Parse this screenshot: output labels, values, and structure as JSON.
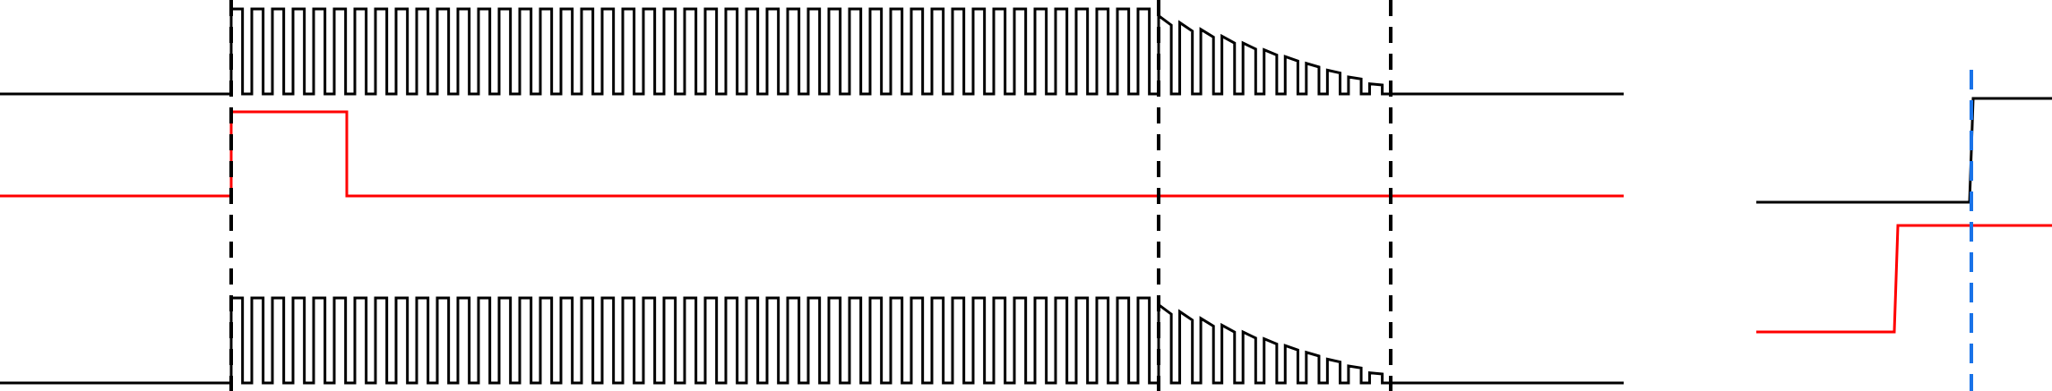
{
  "diagram": {
    "panels": [
      {
        "name": "waveform-panel",
        "traces": [
          {
            "name": "top-pulse-train",
            "color": "#000000",
            "segments": [
              "low",
              "square-train",
              "decaying-pulses",
              "low"
            ],
            "full_pulses": 45,
            "decay_pulses": 11
          },
          {
            "name": "red-enable-pulse",
            "color": "#ff0000",
            "segments": [
              "low",
              "single-pulse",
              "low"
            ]
          },
          {
            "name": "bottom-pulse-train",
            "color": "#000000",
            "segments": [
              "low",
              "square-train",
              "decaying-pulses",
              "low"
            ],
            "full_pulses": 45,
            "decay_pulses": 11
          }
        ],
        "markers": [
          {
            "name": "start-marker",
            "color": "#000000",
            "style": "dashed"
          },
          {
            "name": "decay-start-marker",
            "color": "#000000",
            "style": "dashed"
          },
          {
            "name": "end-marker",
            "color": "#000000",
            "style": "dashed"
          }
        ]
      },
      {
        "name": "edge-detail-panel",
        "traces": [
          {
            "name": "black-rising-edge",
            "color": "#000000"
          },
          {
            "name": "red-rising-edge",
            "color": "#ff0000"
          }
        ],
        "markers": [
          {
            "name": "blue-edge-marker",
            "color": "#1a73e8",
            "style": "dashed"
          }
        ]
      }
    ]
  }
}
